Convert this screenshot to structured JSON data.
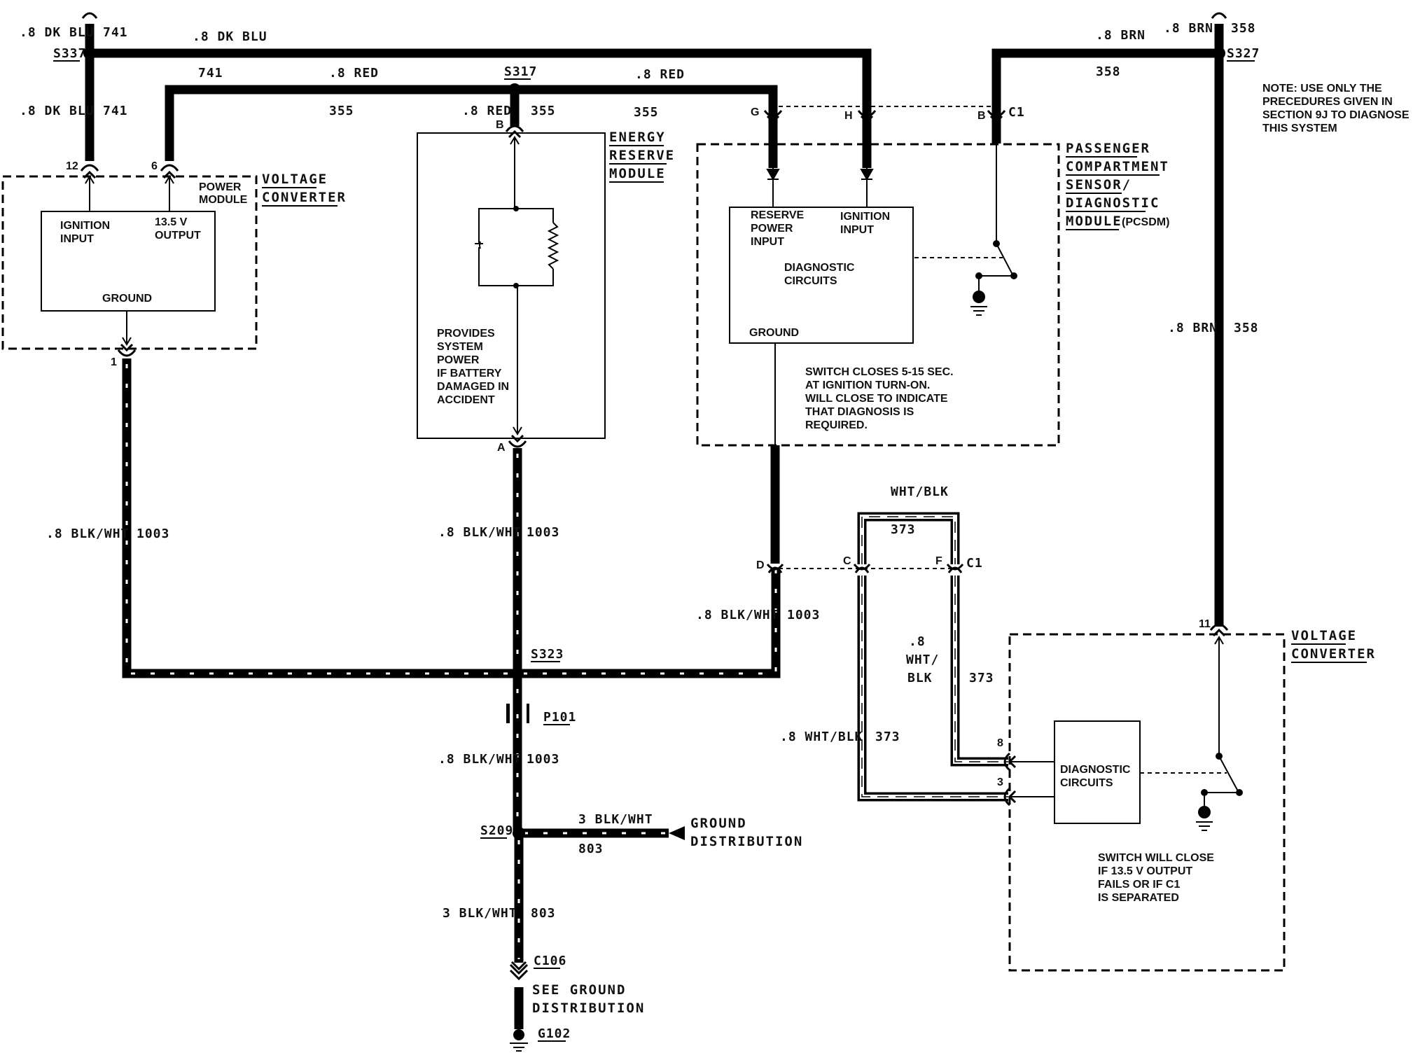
{
  "note": [
    "NOTE: USE ONLY THE",
    "PRECEDURES GIVEN IN",
    "SECTION 9J TO DIAGNOSE",
    "THIS SYSTEM"
  ],
  "wires": {
    "dk_blu_top": ".8 DK BLU",
    "dk_blu_top_circuit": "741",
    "dk_blu_mid": ".8 DK BLU",
    "dk_blu_left": ".8 DK BLU",
    "dk_blu_left_circuit": "741",
    "c741_branch": "741",
    "red_left": ".8 RED",
    "red_left_circuit": "355",
    "red_right": ".8 RED",
    "red_right_circuit": "355",
    "red_center": ".8 RED",
    "red_center_circuit": "355",
    "brn_top_left": ".8 BRN",
    "brn_top_left_circuit": "358",
    "brn_top_right": ".8 BRN",
    "brn_top_right_circuit": "358",
    "brn_right": ".8 BRN",
    "brn_right_circuit": "358",
    "blkwht_left": ".8 BLK/WHT",
    "blkwht_left_circuit": "1003",
    "blkwht_center": ".8 BLK/WHT",
    "blkwht_center_circuit": "1003",
    "blkwht_pcsdm": ".8 BLK/WHT",
    "blkwht_pcsdm_circuit": "1003",
    "blkwht_lower": ".8 BLK/WHT",
    "blkwht_lower_circuit": "1003",
    "blkwht_ground_branch": "3 BLK/WHT",
    "blkwht_ground_branch_circuit": "803",
    "blkwht_bottom": "3 BLK/WHT",
    "blkwht_bottom_circuit": "803",
    "whtblk_top": "WHT/BLK",
    "whtblk_top_circuit": "373",
    "whtblk_inner": [
      ".8",
      "WHT/",
      "BLK"
    ],
    "whtblk_inner_circuit": "373",
    "whtblk_outer": ".8 WHT/BLK",
    "whtblk_outer_circuit": "373"
  },
  "splices": {
    "s337": "S337",
    "s317": "S317",
    "s327": "S327",
    "s323": "S323",
    "s209": "S209",
    "p101": "P101",
    "c106": "C106",
    "g102": "G102"
  },
  "voltage_converter_left": {
    "title": [
      "VOLTAGE",
      "CONVERTER"
    ],
    "power_module": [
      "POWER",
      "MODULE"
    ],
    "ignition_input": [
      "IGNITION",
      "INPUT"
    ],
    "output": [
      "13.5 V",
      "OUTPUT"
    ],
    "ground": "GROUND",
    "pin_12": "12",
    "pin_6": "6",
    "pin_1": "1"
  },
  "energy_reserve_module": {
    "title": [
      "ENERGY",
      "RESERVE",
      "MODULE"
    ],
    "description": [
      "PROVIDES",
      "SYSTEM",
      "POWER",
      "IF BATTERY",
      "DAMAGED IN",
      "ACCIDENT"
    ],
    "pin_b": "B",
    "pin_a": "A"
  },
  "pcsdm": {
    "title": [
      "PASSENGER",
      "COMPARTMENT",
      "SENSOR/",
      "DIAGNOSTIC",
      "MODULE"
    ],
    "abbr": "(PCSDM)",
    "reserve_power": [
      "RESERVE",
      "POWER",
      "INPUT"
    ],
    "ignition_input": [
      "IGNITION",
      "INPUT"
    ],
    "diagnostic": [
      "DIAGNOSTIC",
      "CIRCUITS"
    ],
    "ground": "GROUND",
    "switch_note": [
      "SWITCH CLOSES 5-15 SEC.",
      "AT IGNITION TURN-ON.",
      "WILL CLOSE TO INDICATE",
      "THAT DIAGNOSIS IS",
      "REQUIRED."
    ],
    "pin_g": "G",
    "pin_h": "H",
    "pin_b": "B",
    "c1": "C1",
    "pin_d": "D",
    "pin_c": "C",
    "pin_f": "F",
    "c1_lower": "C1"
  },
  "voltage_converter_right": {
    "title": [
      "VOLTAGE",
      "CONVERTER"
    ],
    "diagnostic": [
      "DIAGNOSTIC",
      "CIRCUITS"
    ],
    "switch_note": [
      "SWITCH WILL CLOSE",
      "IF 13.5 V OUTPUT",
      "FAILS OR IF C1",
      "IS SEPARATED"
    ],
    "pin_11": "11",
    "pin_8": "8",
    "pin_3": "3"
  },
  "ground_distribution": [
    "GROUND",
    "DISTRIBUTION"
  ],
  "see_ground": [
    "SEE GROUND",
    "DISTRIBUTION"
  ]
}
